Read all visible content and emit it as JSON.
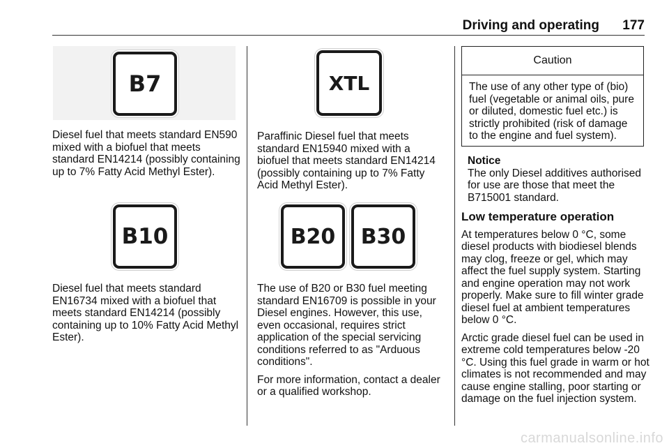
{
  "header": {
    "title": "Driving and operating",
    "page_number": "177"
  },
  "col1": {
    "symbol_b7": "B7",
    "text_b7": "Diesel fuel that meets standard EN590 mixed with a biofuel that meets standard EN14214 (possibly containing up to 7% Fatty Acid Methyl Ester).",
    "symbol_b10": "B10",
    "text_b10": "Diesel fuel that meets standard EN16734 mixed with a biofuel that meets standard EN14214 (possibly containing up to 10% Fatty Acid Methyl Ester)."
  },
  "col2": {
    "symbol_xtl": "XTL",
    "text_xtl": "Paraffinic Diesel fuel that meets standard EN15940 mixed with a biofuel that meets standard EN14214 (possibly containing up to 7% Fatty Acid Methyl Ester).",
    "symbol_b20": "B20",
    "symbol_b30": "B30",
    "text_b20_b30": "The use of B20 or B30 fuel meeting standard EN16709 is possible in your Diesel engines. However, this use, even occasional, requires strict application of the special servicing conditions referred to as \"Arduous conditions\".",
    "text_contact": "For more information, contact a dealer or a qualified workshop."
  },
  "col3": {
    "caution_title": "Caution",
    "caution_text": "The use of any other type of (bio) fuel (vegetable or animal oils, pure or diluted, domestic fuel etc.) is strictly prohibited (risk of damage to the engine and fuel system).",
    "notice_title": "Notice",
    "notice_text": "The only Diesel additives authorised for use are those that meet the B715001 standard.",
    "section_title": "Low temperature operation",
    "para1": "At temperatures below 0 °C, some diesel products with biodiesel blends may clog, freeze or gel, which may affect the fuel supply system. Starting and engine operation may not work properly. Make sure to fill winter grade diesel fuel at ambient temperatures below 0 °C.",
    "para2": "Arctic grade diesel fuel can be used in extreme cold temperatures below -20 °C. Using this fuel grade in warm or hot climates is not recommended and may cause engine stalling, poor starting or damage on the fuel injection system."
  },
  "watermark": "carmanualsonline.info"
}
